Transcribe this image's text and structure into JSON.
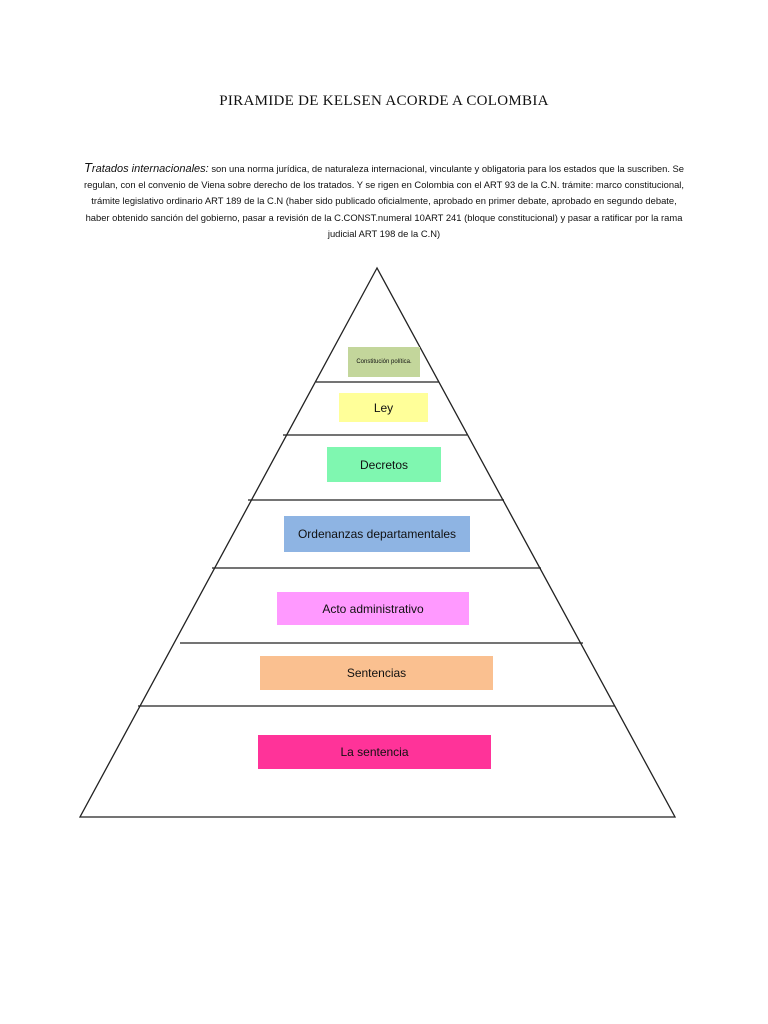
{
  "title": "PIRAMIDE DE KELSEN ACORDE A COLOMBIA",
  "intro": {
    "lead": "Tratados internacionales",
    "lead_cap": "T",
    "lead_rest": "ratados internacionales",
    "lead_sep": ":",
    "body": " son una norma jurídica, de naturaleza internacional, vinculante y obligatoria para los estados que la suscriben. Se regulan, con el convenio de Viena sobre derecho de los tratados. Y se rigen en Colombia con el ART 93 de la C.N. trámite: marco constitucional,  trámite legislativo ordinario ART 189 de la C.N (haber sido publicado oficialmente, aprobado en primer debate, aprobado en segundo debate, haber obtenido sanción del gobierno, pasar a revisión de la C.CONST.numeral 10ART 241  (bloque constitucional) y pasar a ratificar por la rama judicial ART 198 de la C.N)"
  },
  "levels": [
    {
      "label": "Constitución política.",
      "color": "#c3d69b"
    },
    {
      "label": "Ley",
      "color": "#ffff99"
    },
    {
      "label": "Decretos",
      "color": "#7ff7b0"
    },
    {
      "label": "Ordenanzas departamentales",
      "color": "#8eb4e3"
    },
    {
      "label": "Acto administrativo",
      "color": "#ff99ff"
    },
    {
      "label": "Sentencias",
      "color": "#fac090"
    },
    {
      "label": "La sentencia",
      "color": "#ff3399"
    }
  ]
}
